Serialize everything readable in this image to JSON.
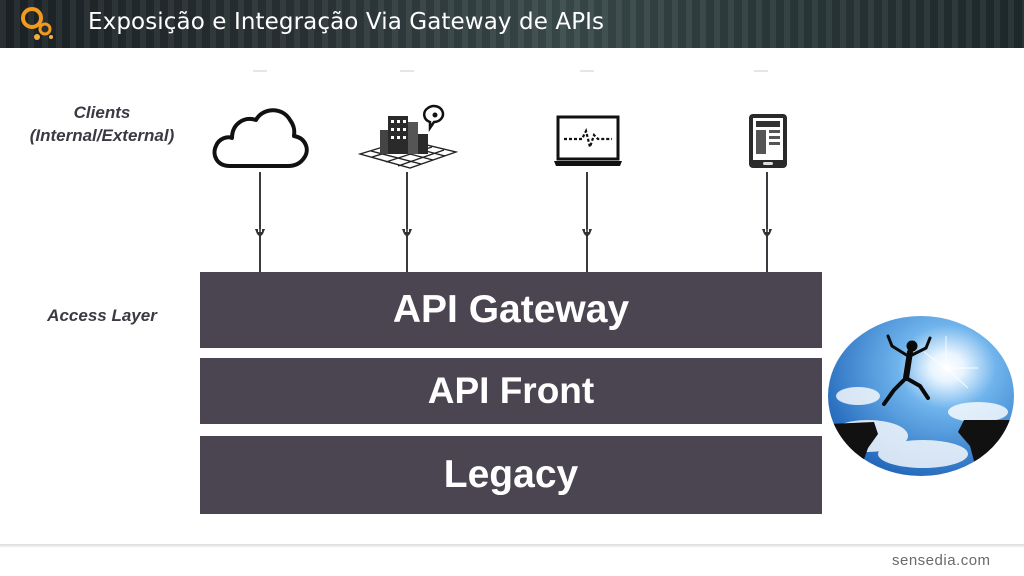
{
  "header": {
    "title": "Exposição e Integração Via Gateway de APIs",
    "logo_icon": "bubbles-logo-icon",
    "accent_color": "#f29a1e"
  },
  "labels": {
    "clients_line1": "Clients",
    "clients_line2": "(Internal/External)",
    "access_layer": "Access Layer"
  },
  "clients": [
    {
      "icon": "cloud-icon"
    },
    {
      "icon": "building-chat-icon"
    },
    {
      "icon": "laptop-monitor-icon"
    },
    {
      "icon": "tablet-icon"
    }
  ],
  "layers": {
    "gateway": "API Gateway",
    "front": "API Front",
    "legacy": "Legacy",
    "color": "#4a4550"
  },
  "photo": {
    "icon": "leaping-man-photo"
  },
  "footer": {
    "brand": "sensedia.com"
  }
}
